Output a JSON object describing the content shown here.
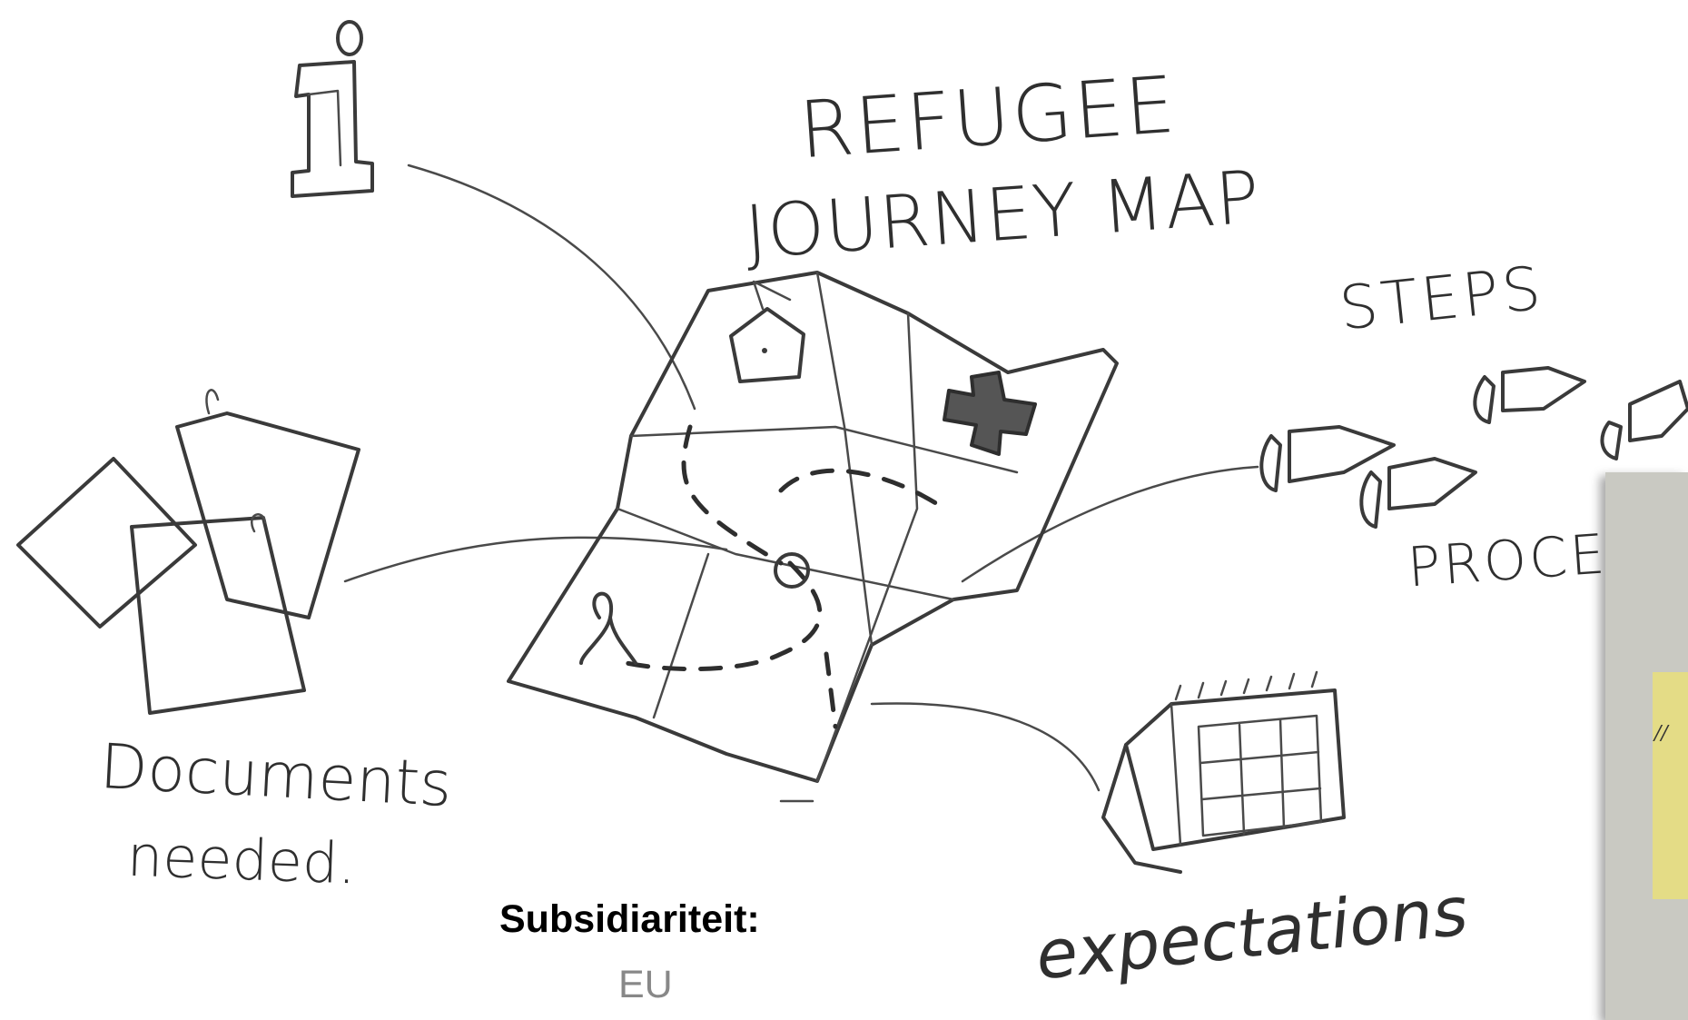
{
  "title": {
    "line1": "REFUGEE",
    "line2": "JOURNEY MAP"
  },
  "labels": {
    "steps": "STEPS",
    "process": "PROCESS",
    "documents_line1": "Documents",
    "documents_line2": "needed.",
    "expectations": "expectations"
  },
  "icons": [
    "info-icon",
    "documents-icon",
    "map-icon",
    "house-icon",
    "cross-icon",
    "person-icon",
    "calendar-icon",
    "step-icon"
  ],
  "caption": {
    "label": "Subsidiariteit:",
    "value": "EU"
  },
  "photo": {
    "note_text": "∕∕    "
  },
  "colors": {
    "ink": "#3a3a3a",
    "caption_label": "#000000",
    "caption_value": "#888888",
    "sticky_note": "#e4dc86"
  }
}
